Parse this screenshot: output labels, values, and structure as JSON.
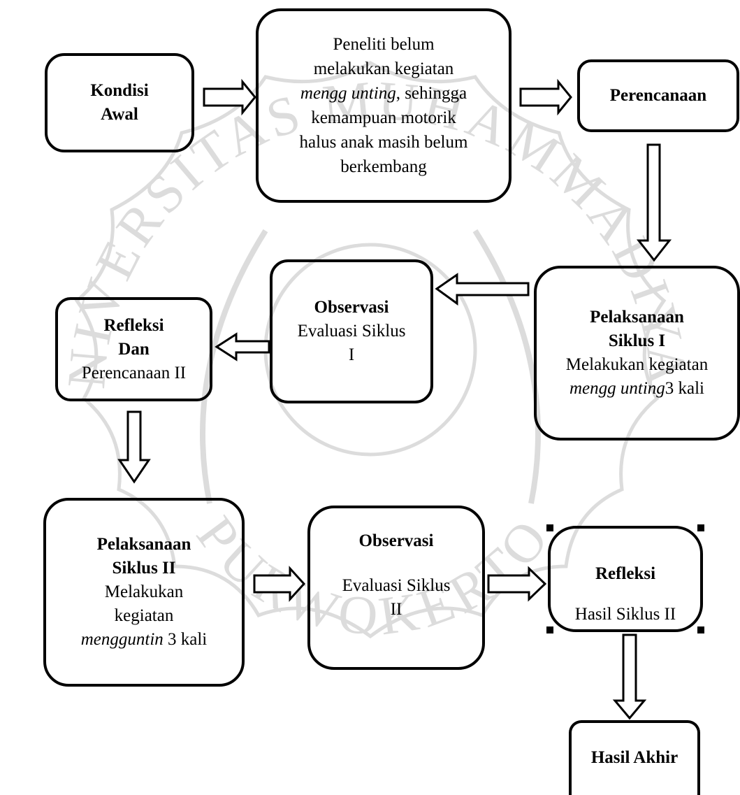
{
  "nodes": {
    "kondisi_awal": {
      "line1": "Kondisi",
      "line2": "Awal"
    },
    "peneliti": {
      "line1": "Peneliti belum",
      "line2": "melakukan kegiatan",
      "line3_italic": "mengg unting",
      "line3_rest": ", sehingga",
      "line4": "kemampuan motorik",
      "line5": "halus anak masih belum",
      "line6": "berkembang"
    },
    "perencanaan": {
      "title": "Perencanaan"
    },
    "pelaksanaan_1": {
      "title1": "Pelaksanaan",
      "title2": "Siklus I",
      "line1": "Melakukan kegiatan",
      "italic": "mengg unting",
      "rest": "3 kali"
    },
    "observasi_1": {
      "title": "Observasi",
      "line1": "Evaluasi Siklus",
      "line2": "I"
    },
    "refleksi_1": {
      "title1": "Refleksi",
      "title2": "Dan",
      "line1": "Perencanaan II"
    },
    "pelaksanaan_2": {
      "title1": "Pelaksanaan",
      "title2": "Siklus II",
      "line1": "Melakukan",
      "line2": "kegiatan",
      "italic": "mengguntin",
      "rest": " 3 kali"
    },
    "observasi_2": {
      "title": "Observasi",
      "line1": "Evaluasi Siklus",
      "line2": "II"
    },
    "refleksi_2": {
      "title": "Refleksi",
      "line1": "Hasil Siklus II"
    },
    "hasil_akhir": {
      "title": "Hasil Akhir"
    }
  },
  "watermark": {
    "top_text": "UNIVERSITAS MUHAMMADIYAH",
    "bottom_text": "PURWOKERTO",
    "color": "#d9d9d9"
  },
  "colors": {
    "line": "#000000",
    "background": "#ffffff"
  }
}
